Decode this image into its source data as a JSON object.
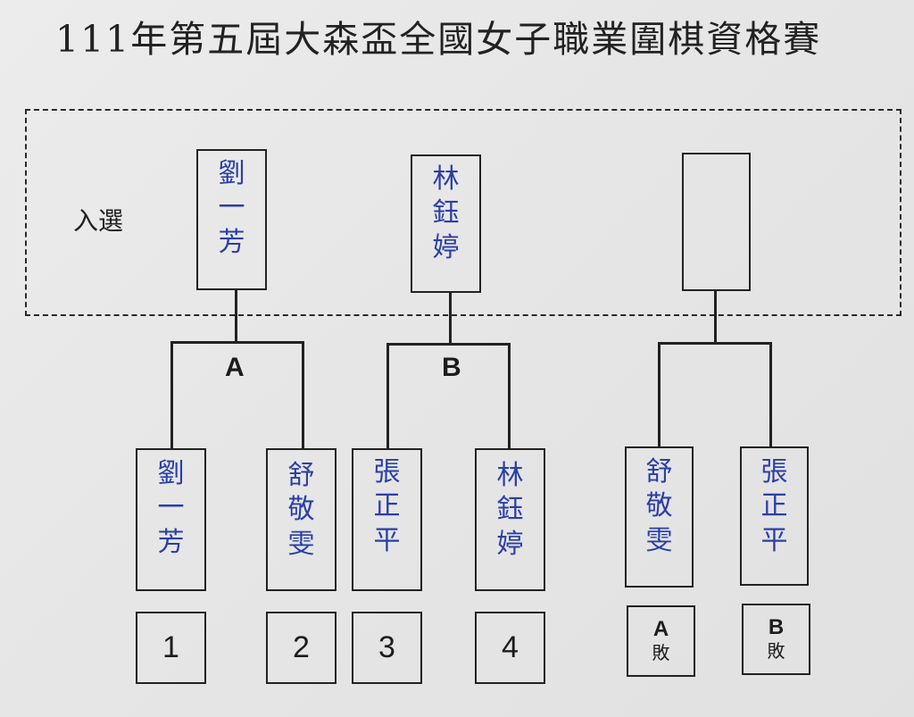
{
  "title": "111年第五屆大森盃全國女子職業圍棋資格賽",
  "selected_label": "入選",
  "winners": [
    {
      "name_chars": [
        "劉",
        "一",
        "芳"
      ]
    },
    {
      "name_chars": [
        "林",
        "鈺",
        "婷"
      ]
    },
    {
      "name_chars": []
    }
  ],
  "matches": [
    "A",
    "B"
  ],
  "players": [
    {
      "name_chars": [
        "劉",
        "一",
        "芳"
      ],
      "seed": "1"
    },
    {
      "name_chars": [
        "舒",
        "敬",
        "雯"
      ],
      "seed": "2"
    },
    {
      "name_chars": [
        "張",
        "正",
        "平"
      ],
      "seed": "3"
    },
    {
      "name_chars": [
        "林",
        "鈺",
        "婷"
      ],
      "seed": "4"
    },
    {
      "name_chars": [
        "舒",
        "敬",
        "雯"
      ],
      "seed_top": "A",
      "seed_bottom": "敗"
    },
    {
      "name_chars": [
        "張",
        "正",
        "平"
      ],
      "seed_top": "B",
      "seed_bottom": "敗"
    }
  ],
  "colors": {
    "ink": "#222222",
    "handwriting": "#2b3fa6",
    "paper": "#e8e8e8"
  }
}
